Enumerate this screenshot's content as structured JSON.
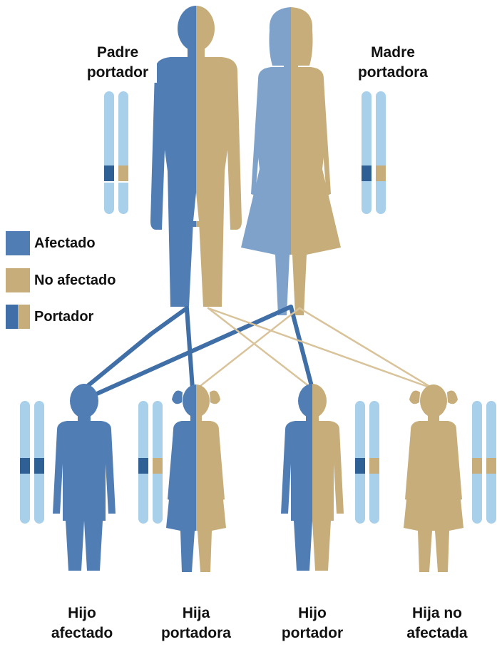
{
  "colors": {
    "affected": "#4f7db4",
    "affected_light": "#7ea2c9",
    "unaffected": "#c6ad7a",
    "chromosome": "#a9d0eb",
    "chromosome_mark": "#2e5f95"
  },
  "parents": {
    "father": {
      "line1": "Padre",
      "line2": "portador"
    },
    "mother": {
      "line1": "Madre",
      "line2": "portadora"
    }
  },
  "legend": {
    "affected": "Afectado",
    "unaffected": "No afectado",
    "carrier": "Portador"
  },
  "children": [
    {
      "line1": "Hijo",
      "line2": "afectado",
      "status": "affected"
    },
    {
      "line1": "Hija",
      "line2": "portadora",
      "status": "carrier"
    },
    {
      "line1": "Hijo",
      "line2": "portador",
      "status": "carrier"
    },
    {
      "line1": "Hija no",
      "line2": "afectada",
      "status": "unaffected"
    }
  ]
}
